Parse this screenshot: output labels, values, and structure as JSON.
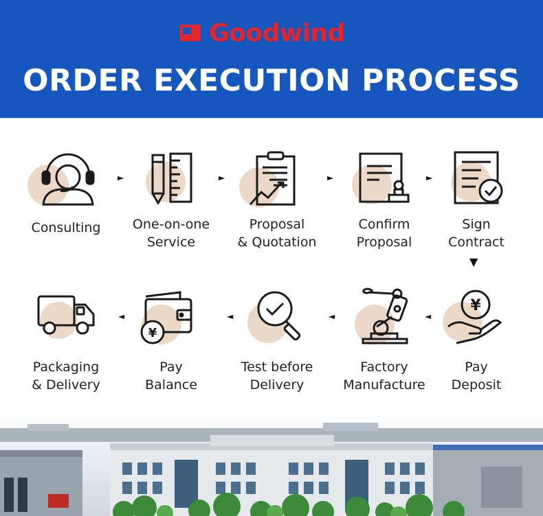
{
  "brand": {
    "name": "Goodwind",
    "color": "#e3262b"
  },
  "header": {
    "title": "ORDER EXECUTION PROCESS",
    "background": "#1556bf"
  },
  "steps": [
    {
      "label": "Consulting",
      "icon": "headset-support-icon"
    },
    {
      "label": "One-on-one\nService",
      "icon": "pencil-ruler-icon"
    },
    {
      "label": "Proposal\n& Quotation",
      "icon": "clipboard-chart-icon"
    },
    {
      "label": "Confirm\nProposal",
      "icon": "document-stamp-icon"
    },
    {
      "label": "Sign\nContract",
      "icon": "contract-check-icon"
    },
    {
      "label": "Pay\nDeposit",
      "icon": "yen-hand-icon"
    },
    {
      "label": "Factory\nManufacture",
      "icon": "robot-arm-icon"
    },
    {
      "label": "Test before\nDelivery",
      "icon": "magnifier-check-icon"
    },
    {
      "label": "Pay\nBalance",
      "icon": "wallet-yen-icon"
    },
    {
      "label": "Packaging\n& Delivery",
      "icon": "delivery-truck-icon"
    }
  ],
  "accent_blob": "#ecd8c6"
}
